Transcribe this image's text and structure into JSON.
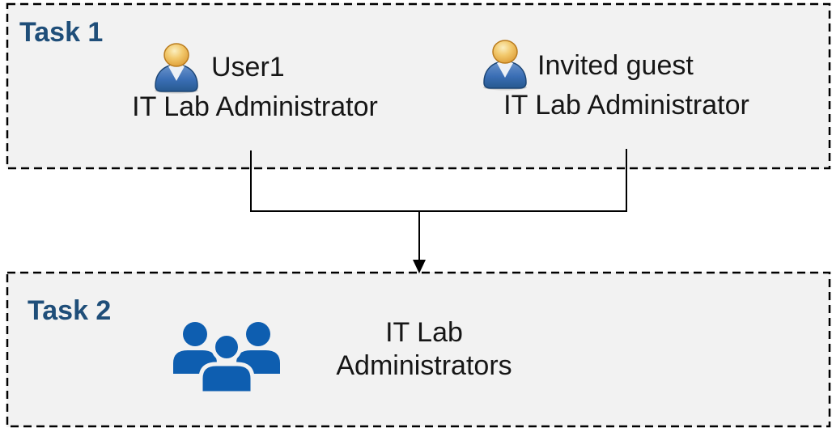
{
  "tasks": [
    {
      "label": "Task 1",
      "actors": [
        {
          "name": "User1",
          "role": "IT Lab Administrator"
        },
        {
          "name": "Invited guest",
          "role": "IT Lab Administrator"
        }
      ]
    },
    {
      "label": "Task 2",
      "group": {
        "line1": "IT Lab",
        "line2": "Administrators"
      }
    }
  ],
  "icons": {
    "user1": "single-user-icon",
    "invited_guest": "single-user-icon",
    "group": "user-group-icon",
    "connector": "arrow-down-icon"
  },
  "colors": {
    "task_label": "#1F4E79",
    "box_bg": "#F2F2F2",
    "border": "#000000",
    "connector": "#000000",
    "text": "#161616",
    "group_icon": "#0E5EB0",
    "user_icon_head": "#E4A33F",
    "user_icon_body": "#3A6EB5"
  }
}
